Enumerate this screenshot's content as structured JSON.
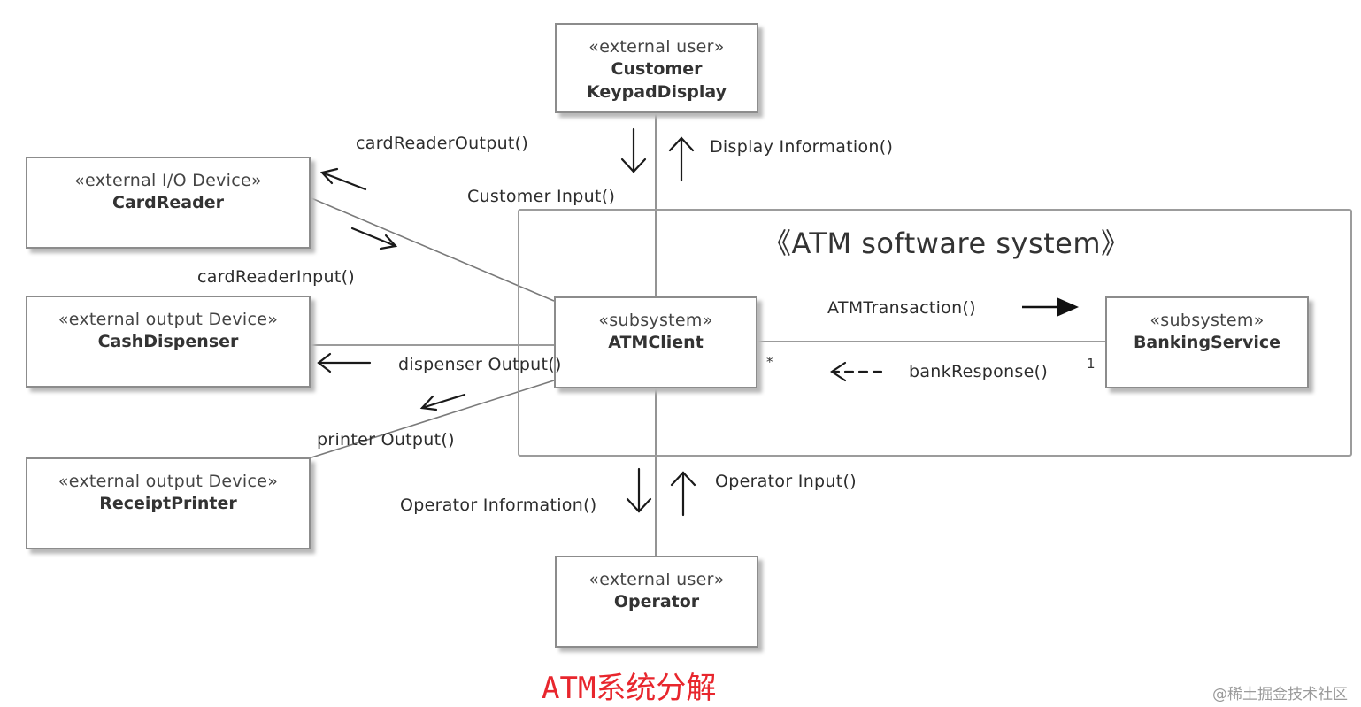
{
  "system": {
    "title": "《ATM software system》"
  },
  "boxes": {
    "customer": {
      "stereotype": "«external user»",
      "name1": "Customer",
      "name2": "KeypadDisplay"
    },
    "card_reader": {
      "stereotype": "«external I/O Device»",
      "name": "CardReader"
    },
    "cash_dispenser": {
      "stereotype": "«external output Device»",
      "name": "CashDispenser"
    },
    "receipt_printer": {
      "stereotype": "«external output Device»",
      "name": "ReceiptPrinter"
    },
    "atm_client": {
      "stereotype": "«subsystem»",
      "name": "ATMClient"
    },
    "banking_service": {
      "stereotype": "«subsystem»",
      "name": "BankingService"
    },
    "operator": {
      "stereotype": "«external user»",
      "name": "Operator"
    }
  },
  "messages": {
    "card_reader_output": "cardReaderOutput()",
    "display_information": "Display Information()",
    "customer_input": "Customer Input()",
    "card_reader_input": "cardReaderInput()",
    "atm_transaction": "ATMTransaction()",
    "dispenser_output": "dispenser Output()",
    "bank_response": "bankResponse()",
    "printer_output": "printer Output()",
    "operator_input": "Operator Input()",
    "operator_information": "Operator Information()"
  },
  "multiplicity": {
    "client_side": "*",
    "bank_side": "1"
  },
  "caption": "ATM系统分解",
  "watermark": "@稀土掘金技术社区"
}
